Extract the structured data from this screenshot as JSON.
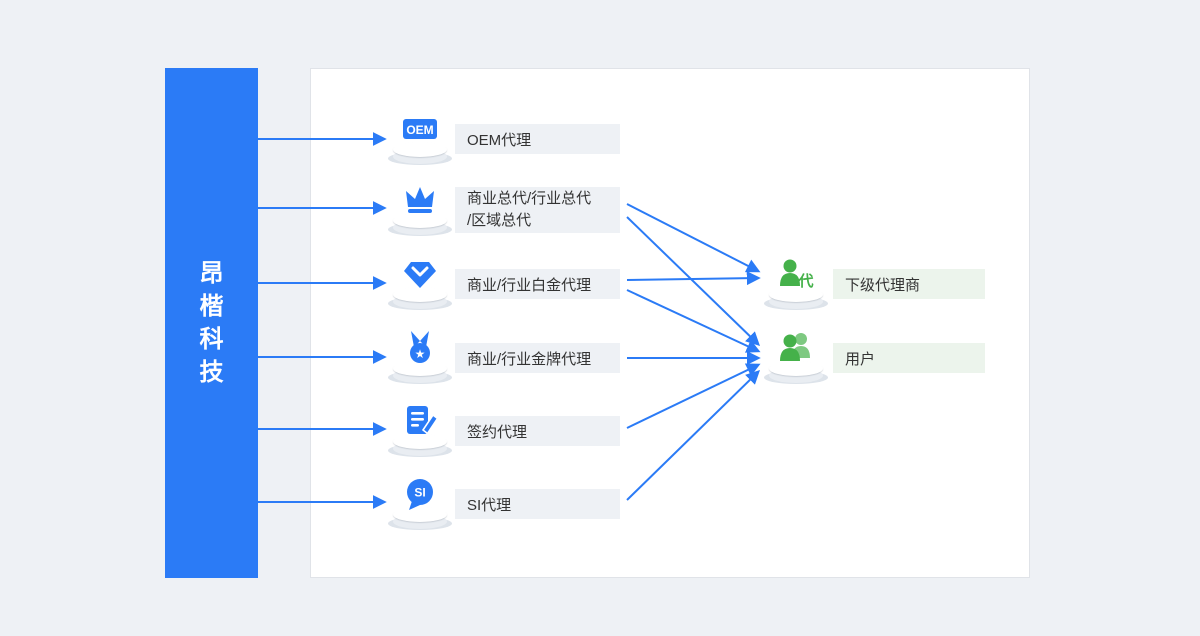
{
  "brand": {
    "name": "昂楷科技"
  },
  "colors": {
    "primary_blue": "#2b7bf6",
    "green": "#45b14a",
    "page_bg": "#eef1f5",
    "panel_bg": "#ffffff",
    "label_gray_bg": "#eef1f5",
    "label_green_bg": "#ecf4ec"
  },
  "diagram": {
    "left_nodes": [
      {
        "id": "oem",
        "icon": "oem-badge-icon",
        "icon_text": "OEM",
        "label": "OEM代理"
      },
      {
        "id": "zongdai",
        "icon": "crown-icon",
        "label_lines": [
          "商业总代/行业总代",
          "/区域总代"
        ]
      },
      {
        "id": "baijin",
        "icon": "gem-icon",
        "label": "商业/行业白金代理"
      },
      {
        "id": "jinpai",
        "icon": "medal-icon",
        "icon_text": "★",
        "label": "商业/行业金牌代理"
      },
      {
        "id": "qianyue",
        "icon": "contract-icon",
        "label": "签约代理"
      },
      {
        "id": "si",
        "icon": "si-bubble-icon",
        "icon_text": "SI",
        "label": "SI代理"
      }
    ],
    "right_nodes": [
      {
        "id": "xiaji",
        "icon": "agent-person-icon",
        "icon_text": "代",
        "label": "下级代理商"
      },
      {
        "id": "yonghu",
        "icon": "users-icon",
        "label": "用户"
      }
    ],
    "edges": [
      {
        "from": "昂楷科技",
        "to": "OEM代理"
      },
      {
        "from": "昂楷科技",
        "to": "商业总代/行业总代/区域总代"
      },
      {
        "from": "昂楷科技",
        "to": "商业/行业白金代理"
      },
      {
        "from": "昂楷科技",
        "to": "商业/行业金牌代理"
      },
      {
        "from": "昂楷科技",
        "to": "签约代理"
      },
      {
        "from": "昂楷科技",
        "to": "SI代理"
      },
      {
        "from": "商业总代/行业总代/区域总代",
        "to": "下级代理商"
      },
      {
        "from": "商业总代/行业总代/区域总代",
        "to": "用户"
      },
      {
        "from": "商业/行业白金代理",
        "to": "下级代理商"
      },
      {
        "from": "商业/行业白金代理",
        "to": "用户"
      },
      {
        "from": "商业/行业金牌代理",
        "to": "用户"
      },
      {
        "from": "签约代理",
        "to": "用户"
      },
      {
        "from": "SI代理",
        "to": "用户"
      }
    ]
  }
}
